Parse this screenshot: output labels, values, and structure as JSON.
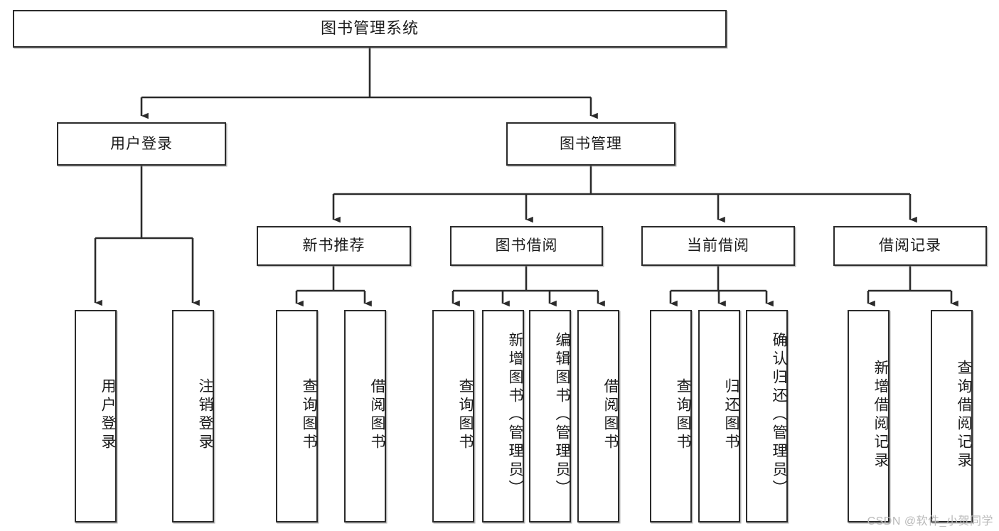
{
  "diagram": {
    "type": "tree",
    "title": "图书管理系统",
    "watermark": "CSDN @软件_小贺同学",
    "colors": {
      "stroke": "#2b2b2b",
      "fill": "#ffffff",
      "background": "#ffffff",
      "watermark": "#b9b9b9"
    },
    "levels": [
      {
        "level": 0,
        "labels": [
          "图书管理系统"
        ]
      },
      {
        "level": 1,
        "labels": [
          "用户登录",
          "图书管理"
        ]
      },
      {
        "level": 2,
        "labels": [
          "新书推荐",
          "图书借阅",
          "当前借阅",
          "借阅记录"
        ]
      },
      {
        "level": 3,
        "labels": [
          "用户登录",
          "注销登录",
          "查询图书",
          "借阅图书",
          "查询图书",
          "新增图书（管理员）",
          "编辑图书（管理员）",
          "借阅图书",
          "查询图书",
          "归还图书",
          "确认归还（管理员）",
          "新增借阅记录",
          "查询借阅记录"
        ]
      }
    ],
    "root": {
      "label": "图书管理系统"
    },
    "branches": [
      {
        "label": "用户登录",
        "children": [
          {
            "label": "用户登录"
          },
          {
            "label": "注销登录"
          }
        ]
      },
      {
        "label": "图书管理",
        "children": [
          {
            "label": "新书推荐",
            "children": [
              {
                "label": "查询图书"
              },
              {
                "label": "借阅图书"
              }
            ]
          },
          {
            "label": "图书借阅",
            "children": [
              {
                "label": "查询图书"
              },
              {
                "label": "新增图书（管理员）"
              },
              {
                "label": "编辑图书（管理员）"
              },
              {
                "label": "借阅图书"
              }
            ]
          },
          {
            "label": "当前借阅",
            "children": [
              {
                "label": "查询图书"
              },
              {
                "label": "归还图书"
              },
              {
                "label": "确认归还（管理员）"
              }
            ]
          },
          {
            "label": "借阅记录",
            "children": [
              {
                "label": "新增借阅记录"
              },
              {
                "label": "查询借阅记录"
              }
            ]
          }
        ]
      }
    ]
  }
}
